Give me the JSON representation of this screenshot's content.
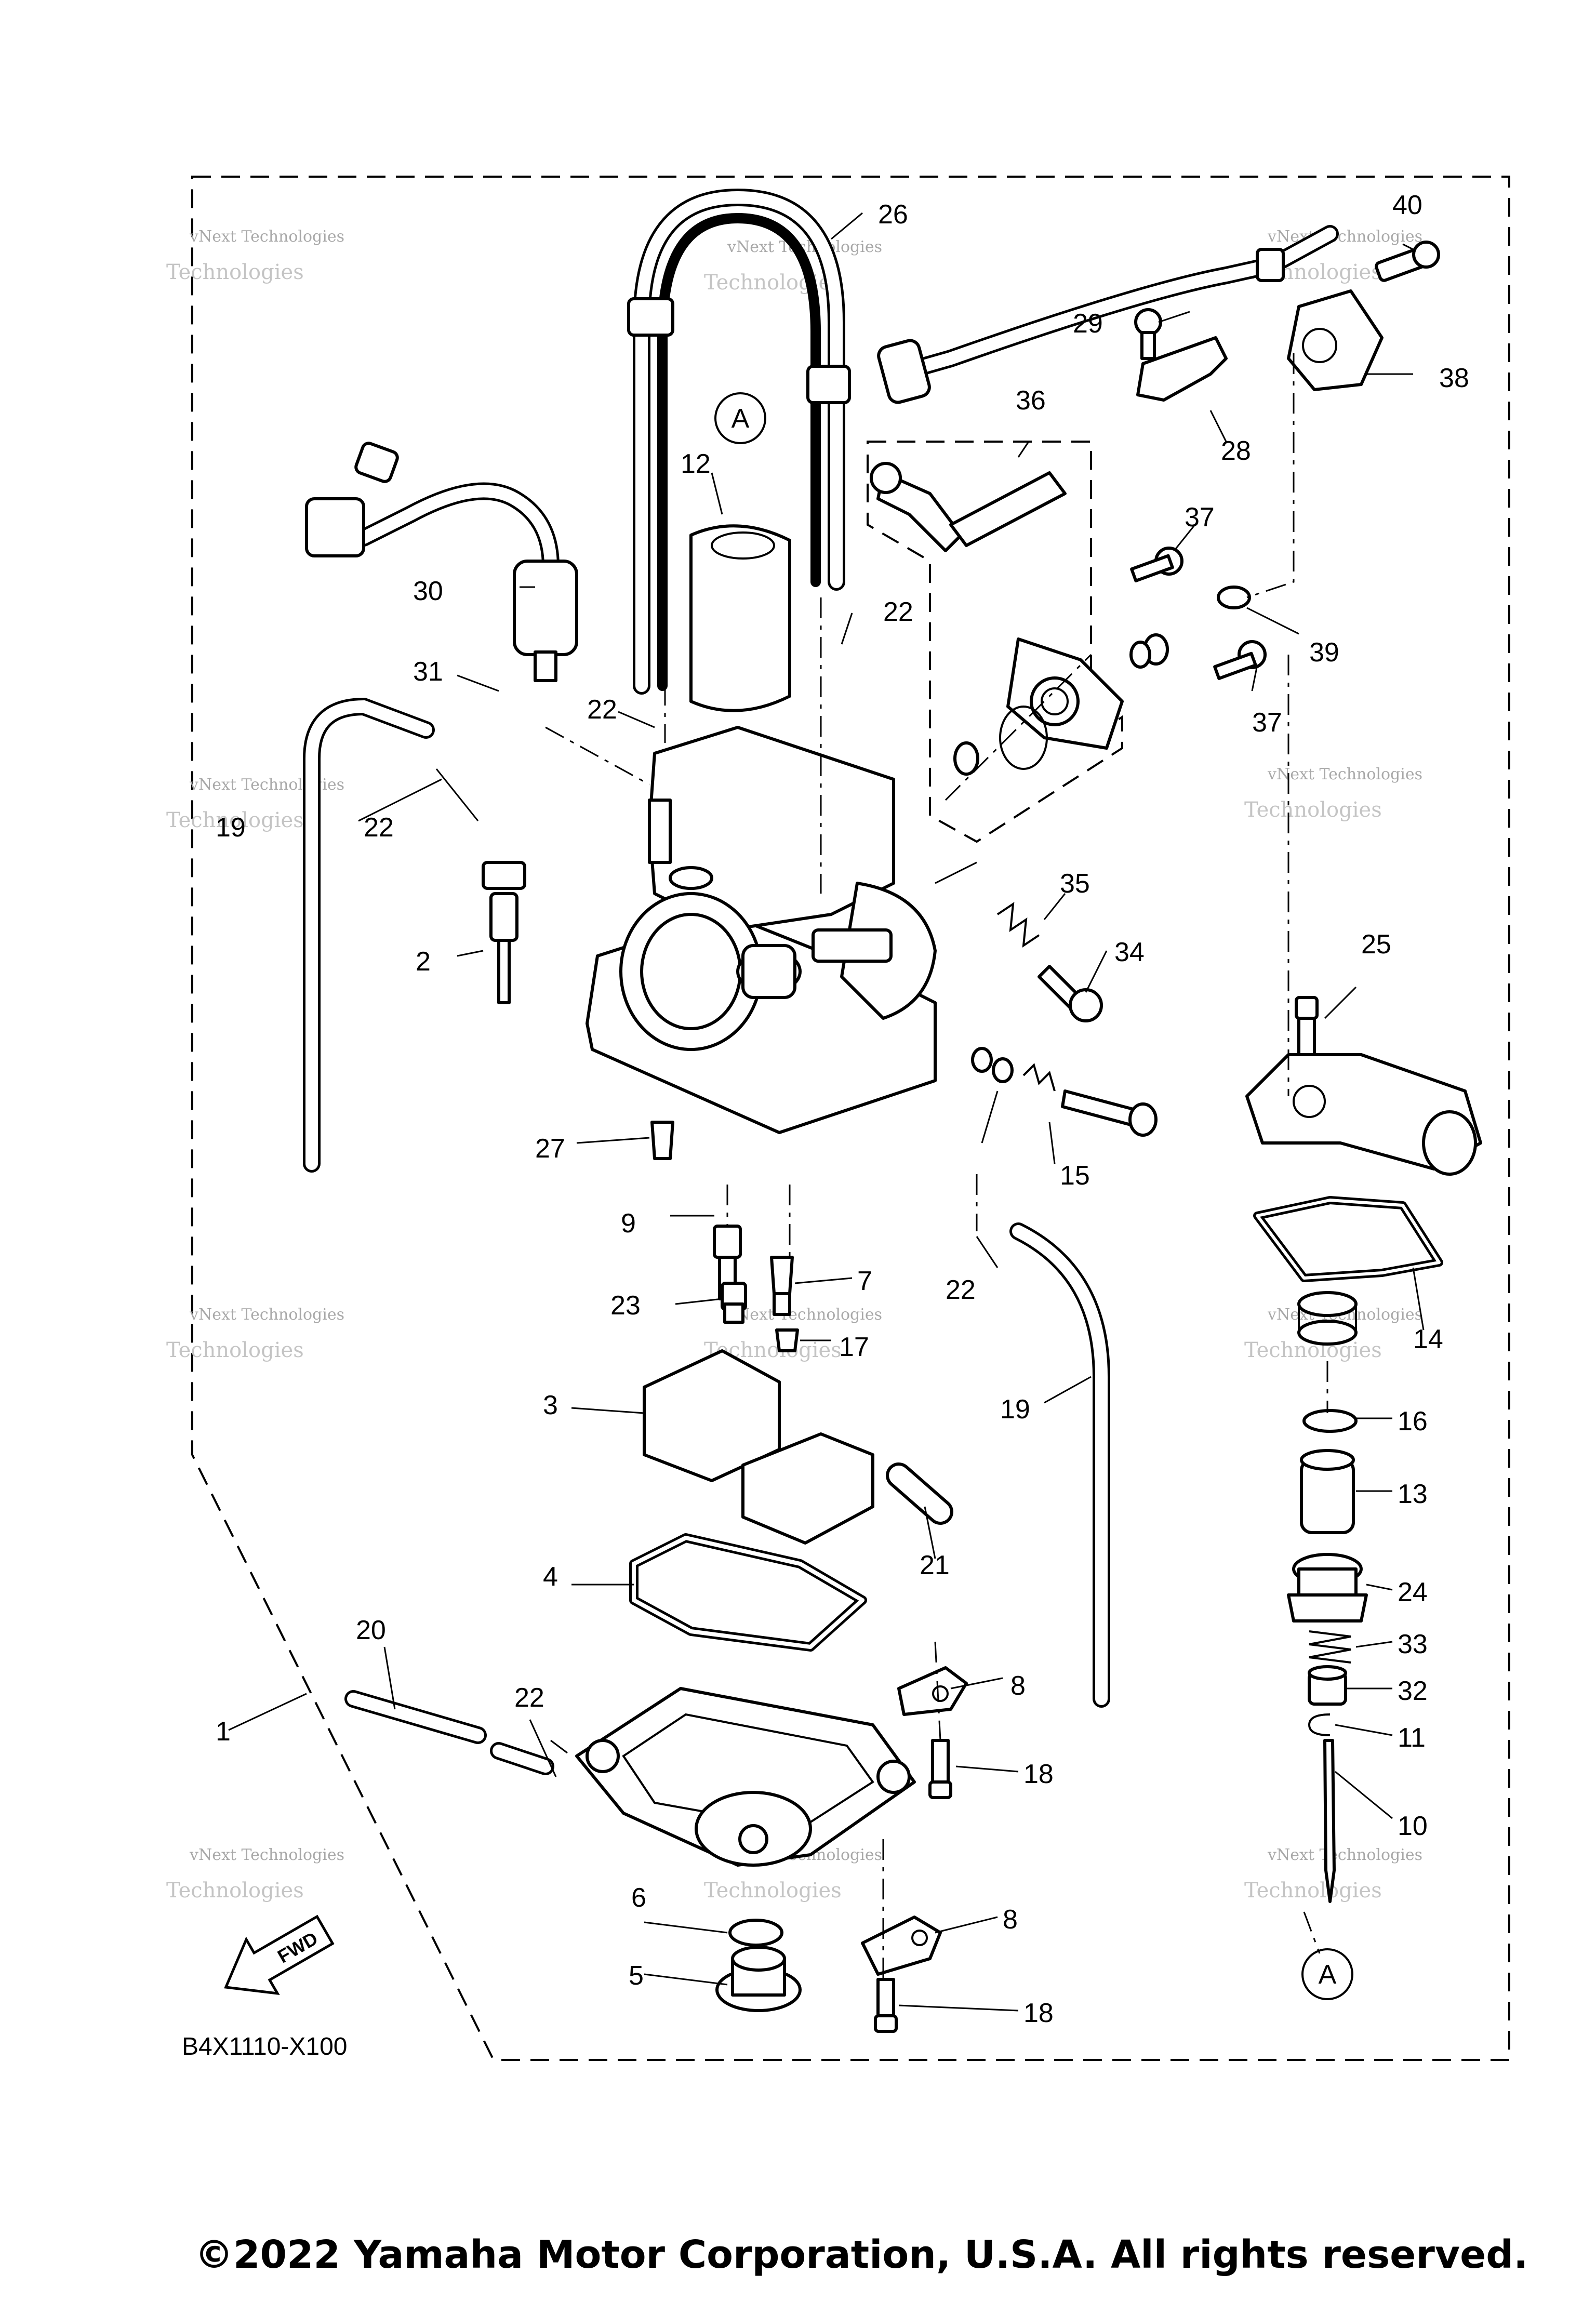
{
  "diagram": {
    "code": "B4X1110-X100",
    "copyright": "©2022 Yamaha Motor Corporation, U.S.A. All rights reserved.",
    "fwd_label": "FWD",
    "ref_marker": "A",
    "watermark_line1": "vNext Technologies",
    "watermark_line2": "Technologies"
  },
  "callouts": [
    {
      "id": "c1",
      "text": "1"
    },
    {
      "id": "c2",
      "text": "2"
    },
    {
      "id": "c3",
      "text": "3"
    },
    {
      "id": "c4",
      "text": "4"
    },
    {
      "id": "c5",
      "text": "5"
    },
    {
      "id": "c6",
      "text": "6"
    },
    {
      "id": "c7",
      "text": "7"
    },
    {
      "id": "c8a",
      "text": "8"
    },
    {
      "id": "c8b",
      "text": "8"
    },
    {
      "id": "c9",
      "text": "9"
    },
    {
      "id": "c10",
      "text": "10"
    },
    {
      "id": "c11",
      "text": "11"
    },
    {
      "id": "c12",
      "text": "12"
    },
    {
      "id": "c13",
      "text": "13"
    },
    {
      "id": "c14",
      "text": "14"
    },
    {
      "id": "c15",
      "text": "15"
    },
    {
      "id": "c16",
      "text": "16"
    },
    {
      "id": "c17",
      "text": "17"
    },
    {
      "id": "c18a",
      "text": "18"
    },
    {
      "id": "c18b",
      "text": "18"
    },
    {
      "id": "c19a",
      "text": "19"
    },
    {
      "id": "c19b",
      "text": "19"
    },
    {
      "id": "c20",
      "text": "20"
    },
    {
      "id": "c21",
      "text": "21"
    },
    {
      "id": "c22a",
      "text": "22"
    },
    {
      "id": "c22b",
      "text": "22"
    },
    {
      "id": "c22c",
      "text": "22"
    },
    {
      "id": "c22d",
      "text": "22"
    },
    {
      "id": "c22e",
      "text": "22"
    },
    {
      "id": "c23",
      "text": "23"
    },
    {
      "id": "c24",
      "text": "24"
    },
    {
      "id": "c25",
      "text": "25"
    },
    {
      "id": "c26",
      "text": "26"
    },
    {
      "id": "c27",
      "text": "27"
    },
    {
      "id": "c28",
      "text": "28"
    },
    {
      "id": "c29",
      "text": "29"
    },
    {
      "id": "c30",
      "text": "30"
    },
    {
      "id": "c31",
      "text": "31"
    },
    {
      "id": "c32",
      "text": "32"
    },
    {
      "id": "c33",
      "text": "33"
    },
    {
      "id": "c34",
      "text": "34"
    },
    {
      "id": "c35",
      "text": "35"
    },
    {
      "id": "c36",
      "text": "36"
    },
    {
      "id": "c37a",
      "text": "37"
    },
    {
      "id": "c37b",
      "text": "37"
    },
    {
      "id": "c38",
      "text": "38"
    },
    {
      "id": "c39",
      "text": "39"
    },
    {
      "id": "c40",
      "text": "40"
    }
  ]
}
